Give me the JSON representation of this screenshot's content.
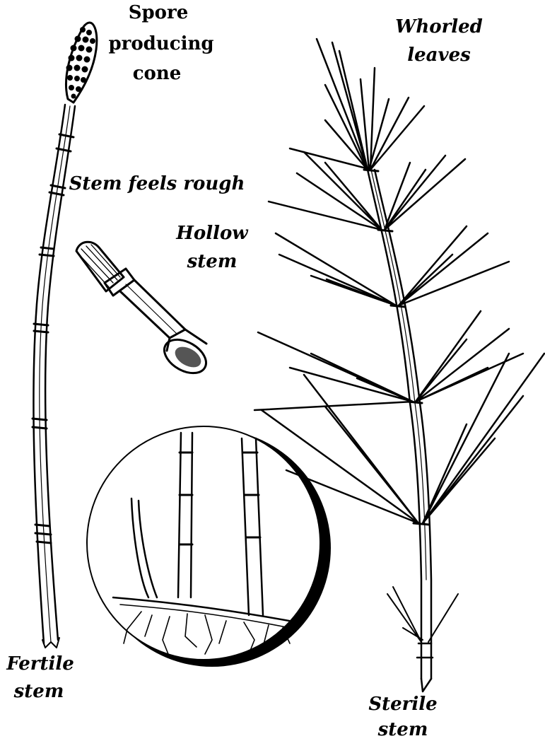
{
  "labels": {
    "cone": [
      "Spore",
      "producing",
      "cone"
    ],
    "whorled": [
      "Whorled",
      "leaves"
    ],
    "rough": "Stem feels rough",
    "hollow": [
      "Hollow",
      "stem"
    ],
    "fertile": [
      "Fertile",
      "stem"
    ],
    "sterile": [
      "Sterile",
      "stem"
    ]
  },
  "colors": {
    "ink": "#000000",
    "paper": "#ffffff"
  }
}
